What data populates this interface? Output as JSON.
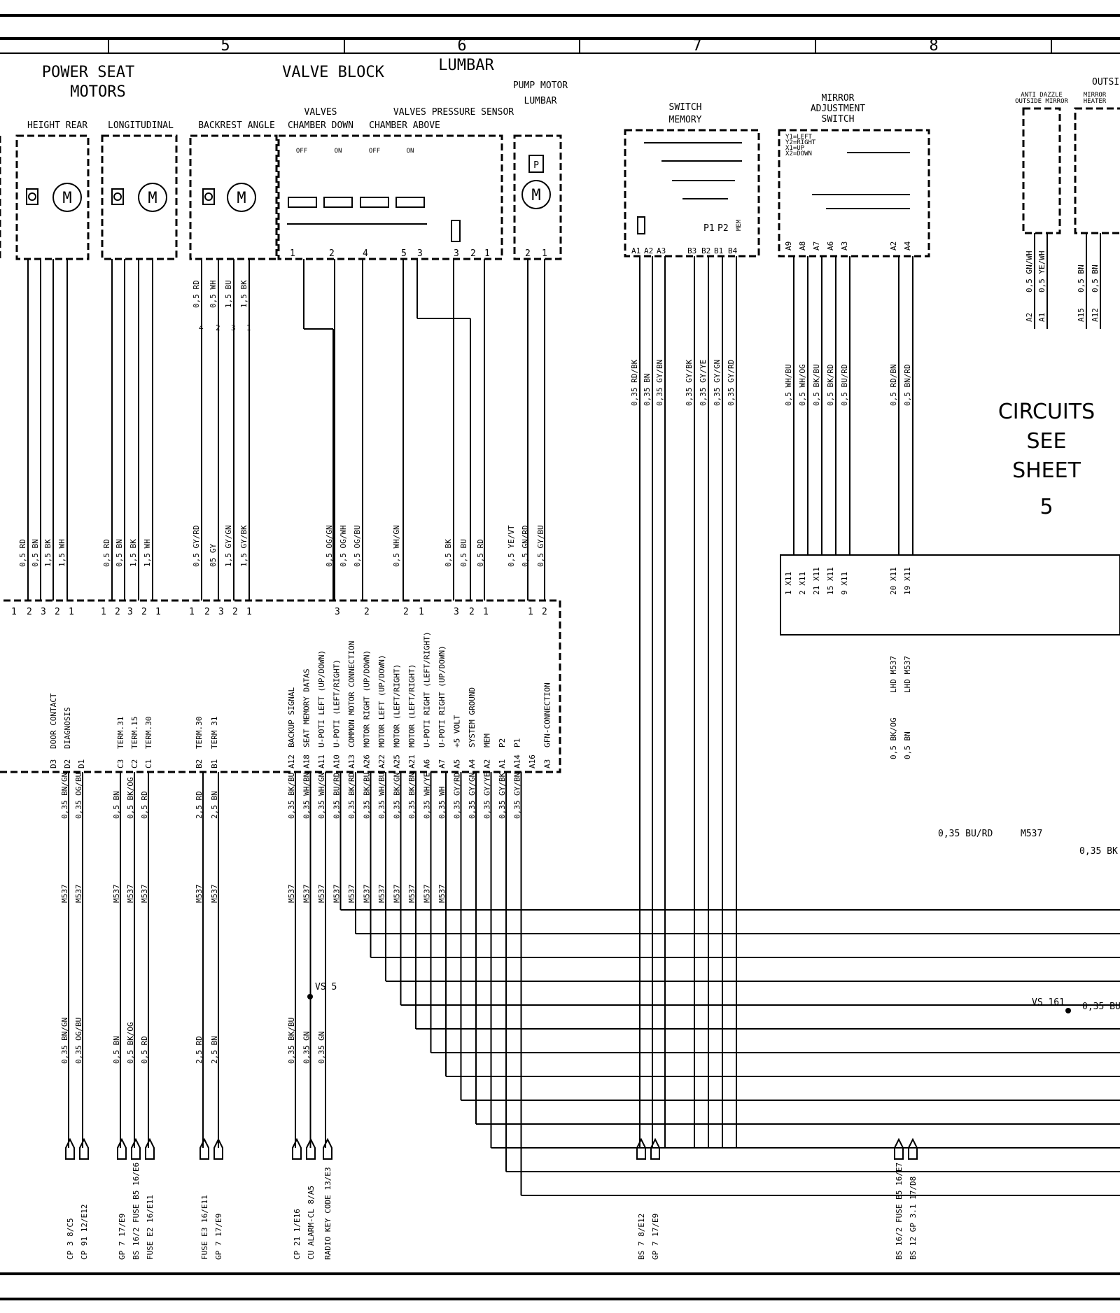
{
  "sections": [
    "5",
    "6",
    "7",
    "8"
  ],
  "titles": {
    "power_seat": [
      "POWER SEAT",
      "MOTORS"
    ],
    "valve_block": "VALVE BLOCK",
    "lumbar": "LUMBAR",
    "pump_motor": [
      "PUMP MOTOR",
      "LUMBAR"
    ],
    "switch_memory": [
      "SWITCH",
      "MEMORY"
    ],
    "mirror_switch": [
      "MIRROR",
      "ADJUSTMENT",
      "SWITCH"
    ],
    "outside_partial": "OUTSI",
    "anti_dazzle": [
      "ANTI DAZZLE",
      "OUTSIDE MIRROR"
    ],
    "mirror_heater": [
      "MIRROR",
      "HEATER"
    ]
  },
  "components": {
    "height_rear": "HEIGHT REAR",
    "longitudinal": "LONGITUDINAL",
    "backrest": "BACKREST ANGLE",
    "valves_down": [
      "VALVES",
      "CHAMBER DOWN"
    ],
    "valves_above": [
      "VALVES PRESSURE SENSOR",
      "CHAMBER ABOVE"
    ]
  },
  "valve_states": [
    "OFF",
    "ON",
    "OFF",
    "ON"
  ],
  "mirror_legend": [
    "Y1=LEFT",
    "Y2=RIGHT",
    "X1=UP",
    "X2=DOWN"
  ],
  "circuits_note": [
    "CIRCUITS",
    "SEE",
    "SHEET",
    "5"
  ],
  "pins": {
    "valve_block": [
      "1",
      "2",
      "4",
      "5",
      "3",
      "3",
      "2",
      "1"
    ],
    "pump": [
      "2",
      "1"
    ],
    "memory": [
      "A1",
      "A2",
      "A3",
      "B3",
      "B2",
      "B1",
      "B4",
      "P1",
      "P2",
      "MEM"
    ],
    "mirror": [
      "A9",
      "A8",
      "A7",
      "A6",
      "A3",
      "A2",
      "A4"
    ],
    "antidazzle": [
      "A2",
      "A1"
    ],
    "heater": [
      "A15",
      "A12"
    ],
    "backrest": [
      "4",
      "2",
      "3",
      "1"
    ]
  },
  "wires": {
    "backrest_top": [
      "0,5 RD",
      "0,5 WH",
      "1,5 BU",
      "1,5 BK"
    ],
    "memory_top": [
      "0,35 RD/BK",
      "0,35 BN",
      "0,35 GY/BN",
      "0,35 GY/BK",
      "0,35 GY/YE",
      "0,35 GY/GN",
      "0,35 GY/RD"
    ],
    "mirror_top": [
      "0,5 WH/BU",
      "0,5 WH/OG",
      "0,5 BK/BU",
      "0,5 BK/RD",
      "0,5 BU/RD",
      "0,5 RD/BN",
      "0,5 BN/RD"
    ],
    "antidazzle": [
      "0,5 GN/WH",
      "0,5 YE/WH"
    ],
    "heater": [
      "0,5 BN",
      "0,5 BN"
    ],
    "height_mid": [
      "0,5 RD",
      "0,5 BN",
      "1,5 BK",
      "1,5 WH"
    ],
    "long_mid": [
      "0,5 RD",
      "0,5 BN",
      "1,5 BK",
      "1,5 WH"
    ],
    "back_mid": [
      "0,5 GY/RD",
      "05 GY",
      "1,5 GY/GN",
      "1,5 GY/BK"
    ],
    "valve_mid": [
      "0,5 OG/GN",
      "0,5 OG/WH",
      "0,5 OG/BU",
      "0,5 WH/GN",
      "0,5 BK",
      "0,5 BU",
      "0,5 RD"
    ],
    "pump_mid": [
      "0,5 YE/VT",
      "0,5 GN/RD",
      "0,5 GY/BU"
    ],
    "x11_wires": [
      "1 X11",
      "2 X11",
      "21 X11",
      "15 X11",
      "9 X11",
      "20 X11",
      "19 X11"
    ],
    "lhd": [
      "LHD M537",
      "LHD M537"
    ],
    "lhd_wires": [
      "0,5 BK/OG",
      "0,5 BN"
    ]
  },
  "connector_pins": {
    "height": [
      "1",
      "2",
      "3",
      "2",
      "1"
    ],
    "long": [
      "1",
      "2",
      "3",
      "2",
      "1"
    ],
    "back": [
      "1",
      "2",
      "3",
      "2",
      "1"
    ],
    "valve": [
      "3",
      "2",
      "2",
      "1",
      "3",
      "2",
      "1",
      "1",
      "2"
    ]
  },
  "module_left": [
    {
      "pin": "D3",
      "fn": "DOOR CONTACT"
    },
    {
      "pin": "D2",
      "fn": "DIAGNOSIS"
    },
    {
      "pin": "D1",
      "fn": ""
    },
    {
      "pin": "C3",
      "fn": "TERM.31"
    },
    {
      "pin": "C2",
      "fn": "TERM.15"
    },
    {
      "pin": "C1",
      "fn": "TERM.30"
    },
    {
      "pin": "B2",
      "fn": "TERM.30"
    },
    {
      "pin": "B1",
      "fn": "TERM 31"
    }
  ],
  "module_right": [
    {
      "pin": "A12",
      "fn": "BACKUP SIGNAL"
    },
    {
      "pin": "A18",
      "fn": "SEAT MEMORY DATAS"
    },
    {
      "pin": "A11",
      "fn": "U-POTI LEFT (UP/DOWN)"
    },
    {
      "pin": "A10",
      "fn": "U-POTI (LEFT/RIGHT)"
    },
    {
      "pin": "A13",
      "fn": "COMMON MOTOR CONNECTION"
    },
    {
      "pin": "A26",
      "fn": "MOTOR RIGHT (UP/DOWN)"
    },
    {
      "pin": "A22",
      "fn": "MOTOR LEFT (UP/DOWN)"
    },
    {
      "pin": "A25",
      "fn": "MOTOR (LEFT/RIGHT)"
    },
    {
      "pin": "A21",
      "fn": "MOTOR (LEFT/RIGHT)"
    },
    {
      "pin": "A6",
      "fn": "U-POTI RIGHT (LEFT/RIGHT)"
    },
    {
      "pin": "A7",
      "fn": "U-POTI RIGHT (UP/DOWN)"
    },
    {
      "pin": "A5",
      "fn": "+5 VOLT"
    },
    {
      "pin": "A4",
      "fn": "SYSTEM GROUND"
    },
    {
      "pin": "A2",
      "fn": "MEM"
    },
    {
      "pin": "A1",
      "fn": "P2"
    },
    {
      "pin": "A14",
      "fn": "P1"
    },
    {
      "pin": "A16",
      "fn": ""
    },
    {
      "pin": "A3",
      "fn": "GFN-CONNECTION"
    }
  ],
  "bottom_wires": [
    "0,35 BN/GN",
    "0,35 OG/BU",
    "0,5 BN",
    "0,5 BK/OG",
    "0,5 RD",
    "2,5 RD",
    "2,5 BN",
    "0,35 BK/BU",
    "0,35 WH/BN",
    "0,35 WH/GN",
    "0,35 BU/RD",
    "0,35 BK/RD",
    "0,35 BK/BU",
    "0,35 WH/BU",
    "0,35 BK/GN",
    "0,35 BK/BN",
    "0,35 WH/YE",
    "0,35 WH",
    "0,35 GY/RD",
    "0,35 GY/GN",
    "0,35 GY/YE",
    "0,35 GY/BK",
    "0,35 GY/BN"
  ],
  "m537": "M537",
  "splices": [
    "VS 5",
    "VS 161"
  ],
  "right_wires": [
    "0,35 BU/RD",
    "M537",
    "0,35 BK",
    "0,35 BU"
  ],
  "lower_wires": [
    "0,35 BN/GN",
    "0,35 OG/BU",
    "0,5 BN",
    "0,5 BK/OG",
    "0,5 RD",
    "2,5 RD",
    "2,5 BN",
    "0,35 BK/BU",
    "0,35 GN",
    "0,35 GN"
  ],
  "destinations": [
    [
      "CP 3",
      "8/C5"
    ],
    [
      "CP 91",
      "12/E12"
    ],
    [
      "GP 7",
      "17/E9"
    ],
    [
      "BS 16/2 FUSE B5",
      "16/E6"
    ],
    [
      "FUSE E2",
      "16/E11"
    ],
    [
      "FUSE E3",
      "16/E11"
    ],
    [
      "GP 7",
      "17/E9"
    ],
    [
      "CP 21",
      "1/E16"
    ],
    [
      "CU ALARM-CL",
      "8/A5"
    ],
    [
      "RADIO KEY CODE",
      "13/E3"
    ],
    [
      "BS 7",
      "8/E12"
    ],
    [
      "GP 7",
      "17/E9"
    ],
    [
      "BS 16/2 FUSE B5",
      "16/E7"
    ],
    [
      "BS 12 GP 3.1",
      "17/D8"
    ]
  ]
}
